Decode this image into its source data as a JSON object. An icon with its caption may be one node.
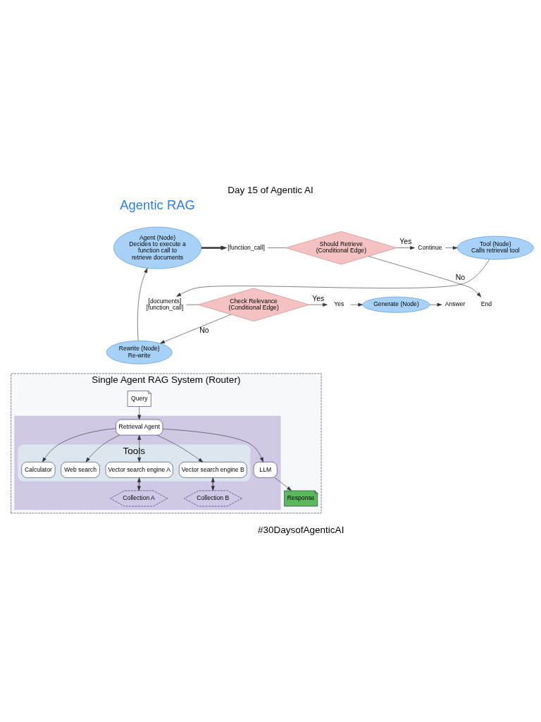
{
  "diagram": {
    "title": "Day 15 of Agentic AI",
    "caption": "#30DaysofAgenticAI",
    "nodes": [
      {
        "text": [
          "Agent (Node)",
          "Decides to execute a function call to retrieve documents"
        ]
      },
      {
        "text": [
          "[function_call]"
        ]
      },
      {
        "text": [
          "Should Retrieve (Conditional Edge)"
        ]
      },
      {
        "text": [
          "Continue"
        ]
      },
      {
        "text": [
          "End"
        ]
      },
      {
        "text": [
          "Tool (Node)",
          "Calls retrieval tool"
        ]
      },
      {
        "text": [
          "[documents] [function_call]"
        ]
      },
      {
        "text": [
          "Check Relevance (Conditional Edge)"
        ]
      },
      {
        "text": [
          "Yes"
        ]
      },
      {
        "text": [
          "Generate (Node)"
        ]
      },
      {
        "text": [
          "Answer"
        ]
      },
      {
        "text": [
          "Rewrite (Node)",
          "Re-write"
        ]
      },
      {
        "text": [
          "Single Agent RAG System (Router)"
        ]
      },
      {
        "text": [],
        "shape": "box",
        "in": 12
      },
      {
        "text": [
          "Query"
        ],
        "in": 12
      },
      {
        "text": [
          "Retrieval Agent"
        ],
        "in": 13
      },
      {
        "text": [
          "Tools"
        ],
        "in": 13
      },
      {
        "text": [
          "Vector search engine A"
        ],
        "in": 16
      },
      {
        "text": [
          "Vector search engine B"
        ],
        "in": 16
      },
      {
        "text": [
          "Calculator"
        ],
        "in": 16
      },
      {
        "text": [
          "Web search"
        ],
        "in": 16
      },
      {
        "text": [
          "Collection A"
        ],
        "in": 13
      },
      {
        "text": [
          "Collection B"
        ],
        "in": 13
      },
      {
        "text": [
          "LLM"
        ],
        "in": 13
      },
      {
        "text": [
          "Response"
        ],
        "in": 12
      }
    ],
    "edges": [
      {
        "from": 0,
        "to": 1,
        "arrow": "to",
        "style": "thick"
      },
      {
        "from": 1,
        "to": 2,
        "arrow": "none"
      },
      {
        "from": 2,
        "to": 3,
        "arrow": "to",
        "label": "Yes"
      },
      {
        "from": 2,
        "to": 4,
        "arrow": "to",
        "label": "No"
      },
      {
        "from": 3,
        "to": 5,
        "arrow": "to"
      },
      {
        "from": 5,
        "to": 6,
        "arrow": "to"
      },
      {
        "from": 6,
        "to": 7,
        "arrow": "none"
      },
      {
        "from": 7,
        "to": 8,
        "arrow": "to",
        "label": "Yes"
      },
      {
        "from": 8,
        "to": 9,
        "arrow": "to"
      },
      {
        "from": 9,
        "to": 10,
        "arrow": "to"
      },
      {
        "from": 7,
        "to": 11,
        "arrow": "to",
        "label": "No"
      },
      {
        "from": 11,
        "to": 0,
        "arrow": "to"
      },
      {
        "from": 14,
        "to": 15,
        "arrow": "to"
      },
      {
        "from": 15,
        "to": 17,
        "arrow": "both"
      },
      {
        "from": 15,
        "to": 18,
        "arrow": "to"
      },
      {
        "from": 15,
        "to": 19,
        "arrow": "to"
      },
      {
        "from": 15,
        "to": 20,
        "arrow": "to"
      },
      {
        "from": 17,
        "to": 21,
        "arrow": "to"
      },
      {
        "from": 21,
        "to": 17,
        "arrow": "to"
      },
      {
        "from": 18,
        "to": 22,
        "arrow": "to"
      },
      {
        "from": 22,
        "to": 18,
        "arrow": "to"
      },
      {
        "from": 15,
        "to": 23,
        "arrow": "to"
      },
      {
        "from": 23,
        "to": 24,
        "arrow": "to"
      }
    ],
    "labels": [
      "Agentic RAG"
    ]
  }
}
